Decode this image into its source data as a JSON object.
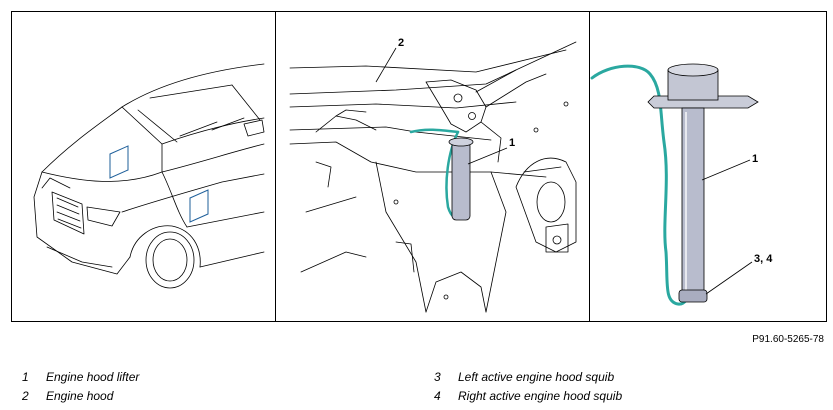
{
  "figure_code": "P91.60-5265-78",
  "callouts": {
    "hood": "2",
    "lifter_mid": "1",
    "lifter_right": "1",
    "squibs": "3, 4"
  },
  "legend_left": [
    {
      "num": "1",
      "text": "Engine hood lifter"
    },
    {
      "num": "2",
      "text": "Engine hood"
    }
  ],
  "legend_right": [
    {
      "num": "3",
      "text": "Left active engine hood squib"
    },
    {
      "num": "4",
      "text": "Right active engine hood squib"
    }
  ],
  "colors": {
    "line": "#000000",
    "cable": "#2aa8a0",
    "marker": "#1e5f9a",
    "lifter_body": "#b8bccd"
  }
}
